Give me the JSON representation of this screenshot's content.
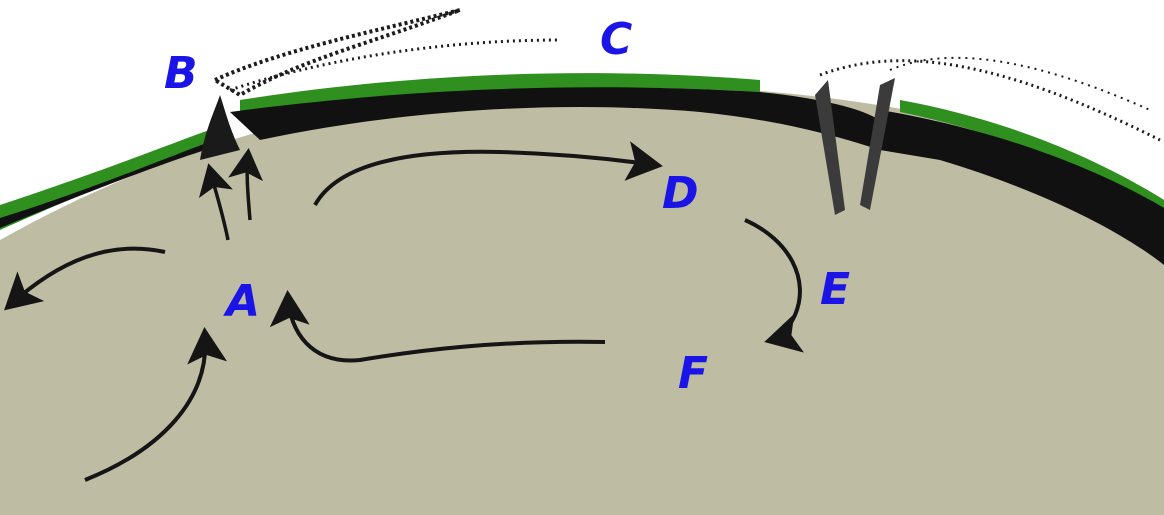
{
  "colors": {
    "label": "#1a14e6",
    "mantle": "#bfbca4",
    "crust": "#111111",
    "surface": "#2f8f1f",
    "cloud": "#1c1c1c",
    "arrow": "#151515"
  },
  "labels": {
    "a": "A",
    "b": "B",
    "c": "C",
    "d": "D",
    "e": "E",
    "f": "F"
  }
}
